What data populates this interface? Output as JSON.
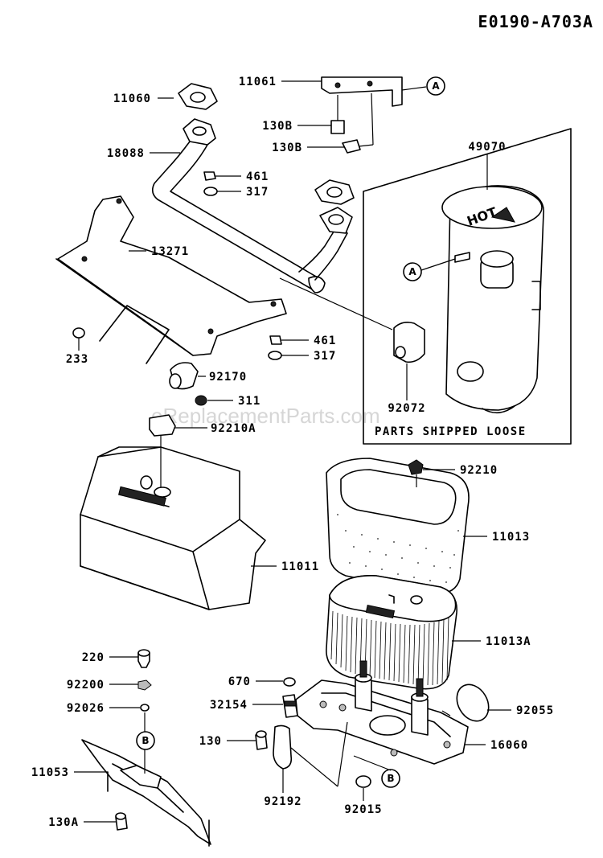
{
  "diagram_code": "E0190-A703A",
  "watermark": "eReplacementParts.com",
  "parts_box_label": "PARTS SHIPPED LOOSE",
  "ref_markers": [
    "A",
    "B"
  ],
  "part_labels": {
    "p11060": "11060",
    "p11061": "11061",
    "p130b_1": "130B",
    "p130b_2": "130B",
    "p18088": "18088",
    "p461_1": "461",
    "p317_1": "317",
    "p13271": "13271",
    "p461_2": "461",
    "p317_2": "317",
    "p233": "233",
    "p92170": "92170",
    "p311": "311",
    "p49070": "49070",
    "p92072": "92072",
    "p92210A": "92210A",
    "p92210": "92210",
    "p11013": "11013",
    "p11011": "11011",
    "p11013A": "11013A",
    "p220": "220",
    "p92200": "92200",
    "p92026": "92026",
    "p670": "670",
    "p32154": "32154",
    "p92055": "92055",
    "p130": "130",
    "p16060": "16060",
    "p11053": "11053",
    "p92192": "92192",
    "p130A": "130A",
    "p92015": "92015"
  }
}
